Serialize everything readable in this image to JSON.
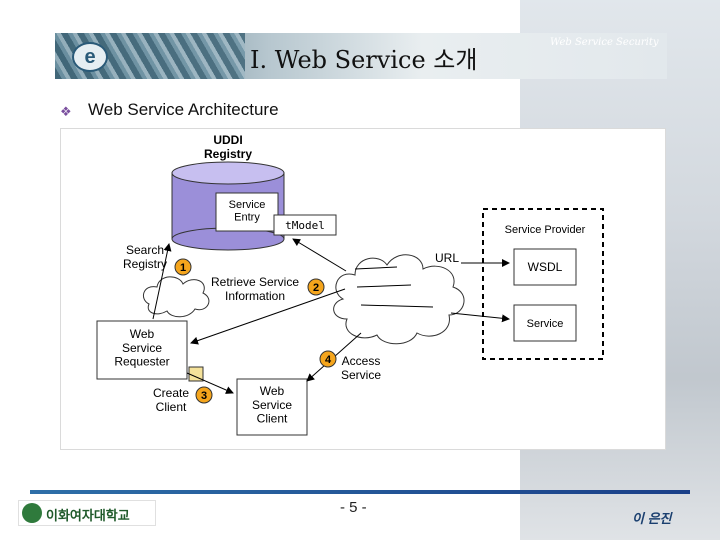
{
  "header": {
    "title": "I. Web Service 소개",
    "corner_tag": "Web Service Security",
    "logo_glyph": "e"
  },
  "section": {
    "bullet": "❖",
    "title": "Web Service Architecture"
  },
  "diagram": {
    "uddi_registry": "UDDI\nRegistry",
    "service_entry": "Service\nEntry",
    "tmodel": "tModel",
    "service_provider": "Service Provider",
    "wsdl": "WSDL",
    "service": "Service",
    "url": "URL",
    "search_registry": "Search\nRegistry",
    "retrieve_service_information": "Retrieve Service\nInformation",
    "web_service_requester": "Web\nService\nRequester",
    "create_client": "Create\nClient",
    "web_service_client": "Web\nService\nClient",
    "access_service": "Access\nService",
    "step1": "1",
    "step2": "2",
    "step3": "3",
    "step4": "4"
  },
  "footer": {
    "university": "이화여자대학교",
    "page_number": "- 5 -",
    "author": "이 은진"
  },
  "colors": {
    "cylinder": "#9b8fd9",
    "step_badge": "#f5a51c",
    "footer_line": "#2e6fa8"
  }
}
